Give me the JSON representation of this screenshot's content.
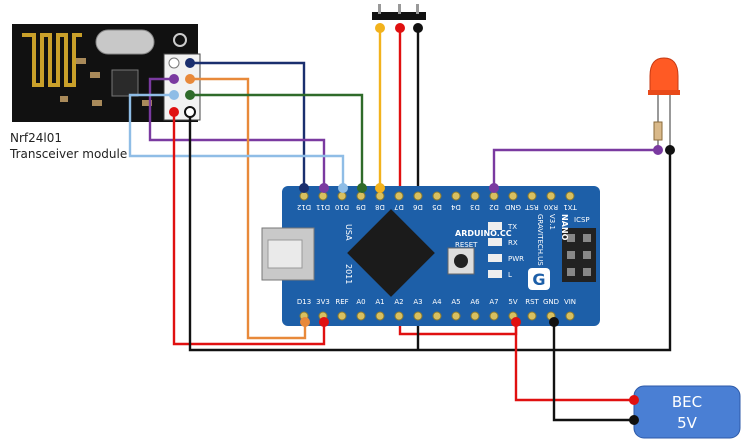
{
  "module": {
    "name": "Nrf24l01",
    "subtitle": "Transceiver module"
  },
  "bec": {
    "line1": "BEC",
    "line2": "5V"
  },
  "arduino": {
    "brand": "ARDUINO.CC",
    "model": "NANO",
    "version": "V3.1",
    "maker": "GRAVITECH.US",
    "country": "USA",
    "year": "2011",
    "reset": "RESET",
    "icsp": "ICSP",
    "led_tx": "TX",
    "led_rx": "RX",
    "led_pwr": "PWR",
    "led_l": "L",
    "top_pins": [
      "D12",
      "D11",
      "D10",
      "D9",
      "D8",
      "D7",
      "D6",
      "D5",
      "D4",
      "D3",
      "D2",
      "GND",
      "RST",
      "RX0",
      "TX1"
    ],
    "bottom_pins": [
      "D13",
      "3V3",
      "REF",
      "A0",
      "A1",
      "A2",
      "A3",
      "A4",
      "A5",
      "A6",
      "A7",
      "5V",
      "RST",
      "GND",
      "VIN"
    ]
  },
  "colors": {
    "board": "#1d5fa8",
    "navy": "#1a2f6e",
    "purple": "#7a3aa0",
    "orange": "#e8893a",
    "lightblue": "#8fbde6",
    "green": "#2f6b2a",
    "red": "#e01010",
    "black": "#111111",
    "yellow": "#f2b21c",
    "bec_fill": "#4a7fd4",
    "led": "#ff5a24"
  }
}
